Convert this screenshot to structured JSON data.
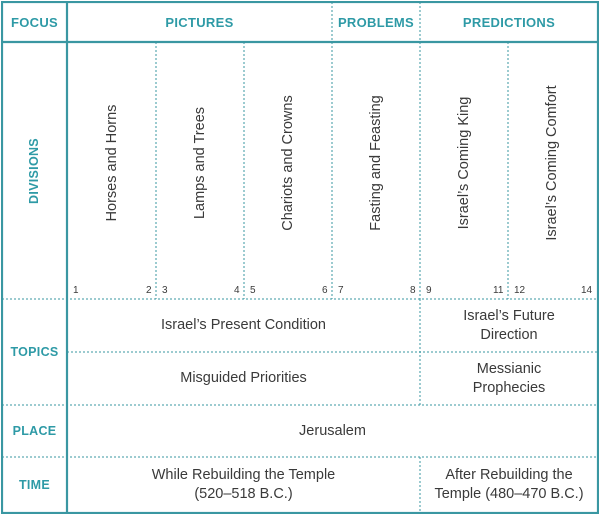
{
  "header": {
    "focus": "FOCUS",
    "pictures": "PICTURES",
    "problems": "PROBLEMS",
    "predictions": "PREDICTIONS"
  },
  "row_labels": {
    "divisions": "DIVISIONS",
    "topics": "TOPICS",
    "place": "PLACE",
    "time": "TIME"
  },
  "divisions": [
    {
      "label": "Horses and Horns",
      "start": "1",
      "end": "2"
    },
    {
      "label": "Lamps and Trees",
      "start": "3",
      "end": "4"
    },
    {
      "label": "Chariots and Crowns",
      "start": "5",
      "end": "6"
    },
    {
      "label": "Fasting and Feasting",
      "start": "7",
      "end": "8"
    },
    {
      "label": "Israel’s Coming King",
      "start": "9",
      "end": "11"
    },
    {
      "label": "Israel’s Coming Comfort",
      "start": "12",
      "end": "14"
    }
  ],
  "topics": {
    "row1_left": "Israel’s Present Condition",
    "row1_right_line1": "Israel’s Future",
    "row1_right_line2": "Direction",
    "row2_left": "Misguided Priorities",
    "row2_right_line1": "Messianic",
    "row2_right_line2": "Prophecies"
  },
  "place": "Jerusalem",
  "time": {
    "left_line1": "While Rebuilding the Temple",
    "left_line2": "(520–518 B.C.)",
    "right_line1": "After Rebuilding the",
    "right_line2": "Temple (480–470 B.C.)"
  },
  "colors": {
    "border": "#3a97a2",
    "accent_text": "#2e9aa6",
    "body_text": "#3a3a3a"
  }
}
